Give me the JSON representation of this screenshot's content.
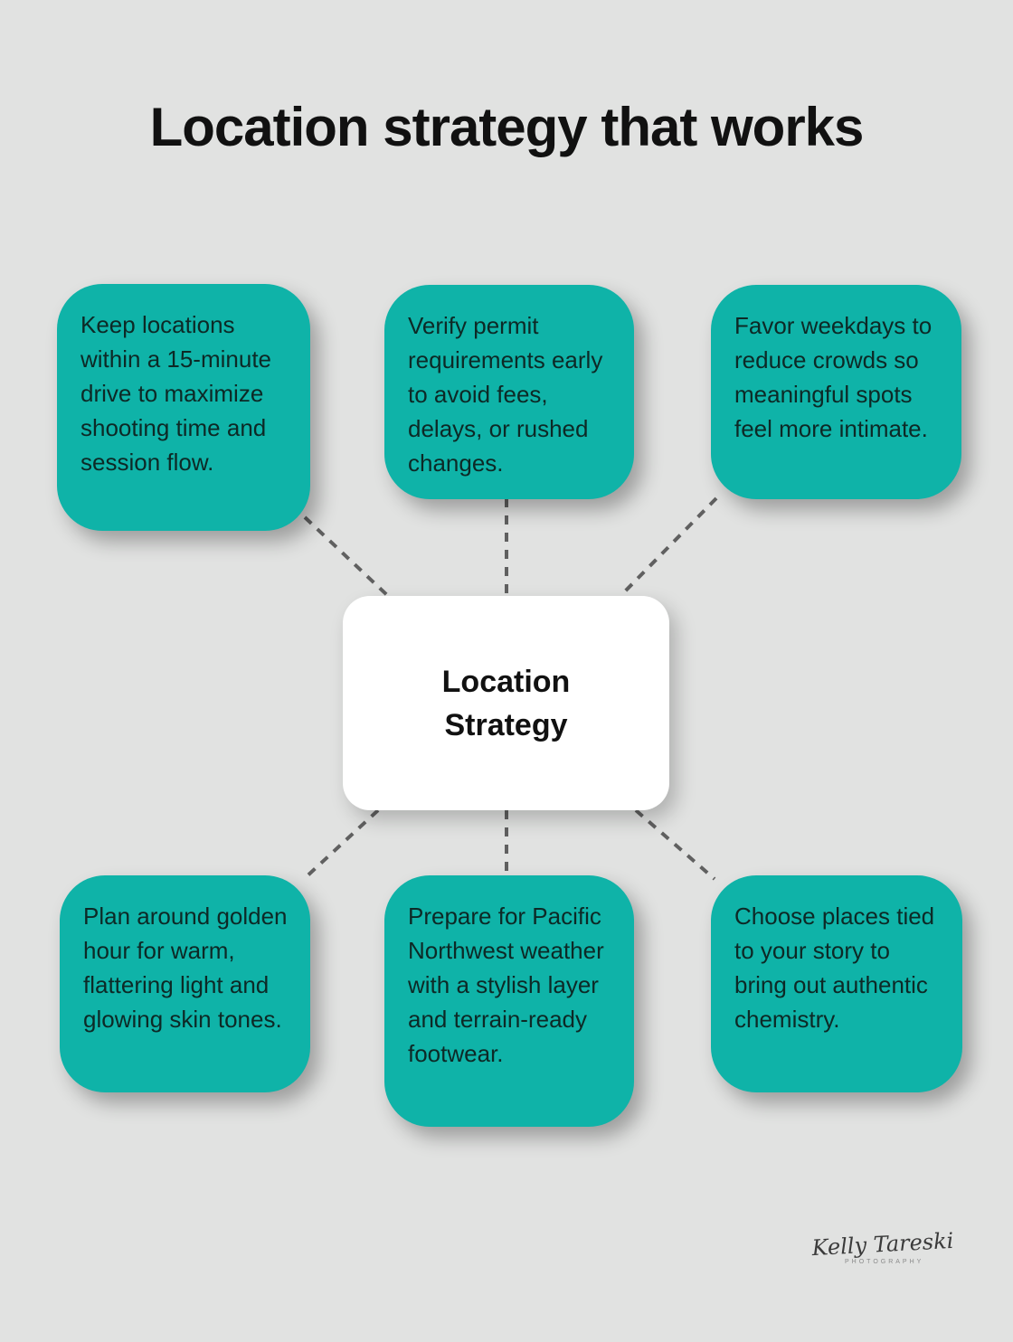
{
  "page": {
    "title": "Location strategy that works",
    "background_color": "#e1e2e1",
    "accent_color": "#0fb3a8",
    "connector_color": "#606060",
    "text_color": "#0d2926"
  },
  "diagram": {
    "center": {
      "label": "Location Strategy"
    },
    "nodes": [
      {
        "id": "top-left",
        "text": "Keep locations within a 15-minute drive to maximize shooting time and session flow."
      },
      {
        "id": "top-middle",
        "text": "Verify permit requirements early to avoid fees, delays, or rushed changes."
      },
      {
        "id": "top-right",
        "text": "Favor weekdays to reduce crowds so meaningful spots feel more intimate."
      },
      {
        "id": "bottom-left",
        "text": "Plan around golden hour for warm, flattering light and glowing skin tones."
      },
      {
        "id": "bottom-middle",
        "text": "Prepare for Pacific Northwest weather with a stylish layer and terrain-ready footwear."
      },
      {
        "id": "bottom-right",
        "text": "Choose places tied to your story to bring out authentic chemistry."
      }
    ]
  },
  "signature": {
    "name": "Kelly Tareski",
    "subtitle": "PHOTOGRAPHY"
  }
}
